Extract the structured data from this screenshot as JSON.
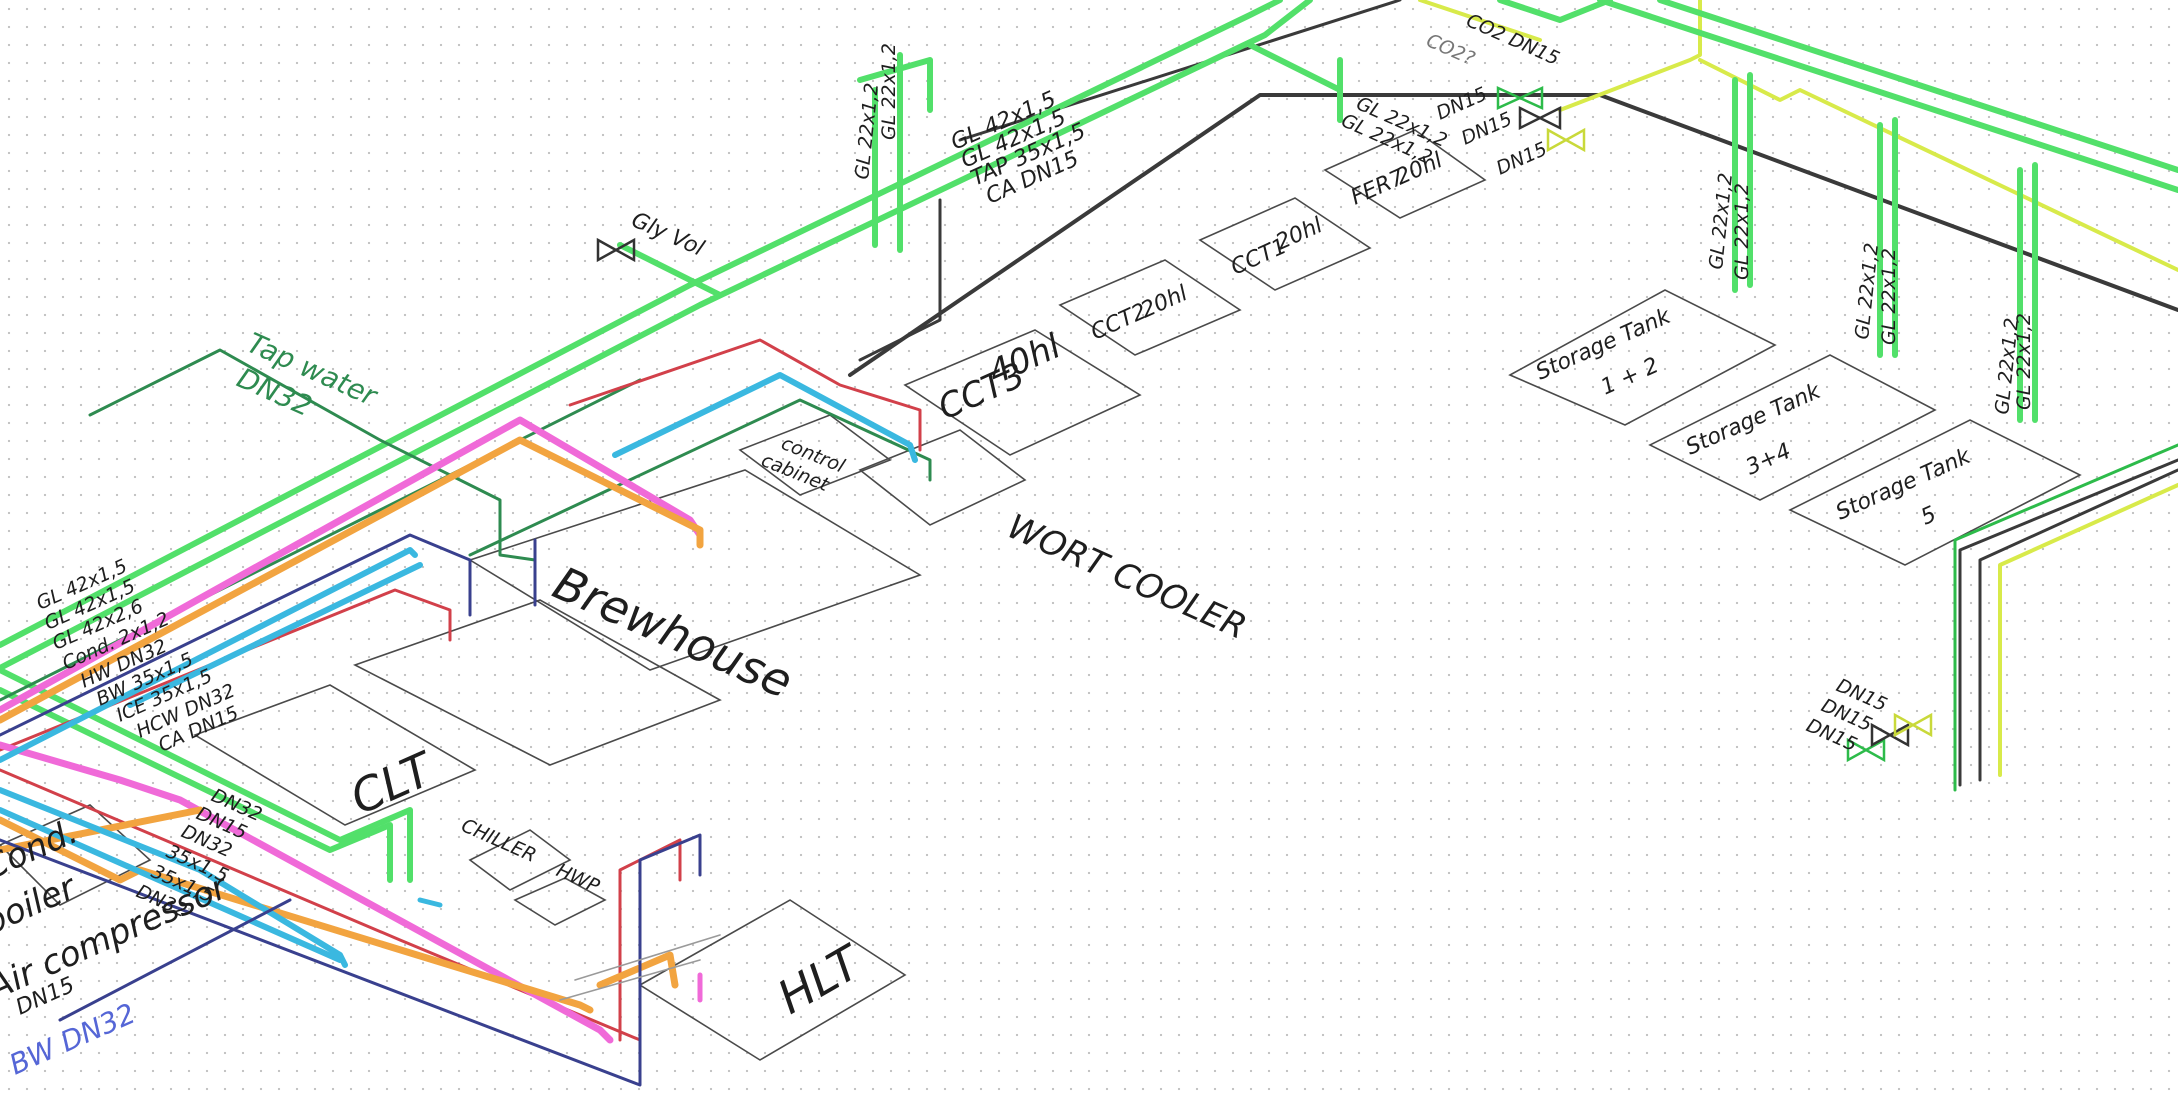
{
  "colors": {
    "glycol": "#52e06a",
    "glycol_dark": "#2dbb4a",
    "tap_water": "#2e8b50",
    "black": "#3a3a3a",
    "red": "#d2404a",
    "pink": "#f06ad8",
    "orange": "#f2a440",
    "cyan": "#3ab8e0",
    "navy": "#39408e",
    "yellow": "#d8ea4a",
    "bw_blue": "#5566d6"
  },
  "equipment": {
    "cct3": [
      "40hl",
      "CCT3"
    ],
    "cct2": [
      "20hl",
      "CCT2"
    ],
    "cct1": [
      "20hl",
      "CCT1"
    ],
    "fer": [
      "20hl",
      "FER7"
    ],
    "storage_1_2": [
      "Storage Tank",
      "1 + 2"
    ],
    "storage_3_4": [
      "Storage Tank",
      "3+4"
    ],
    "storage_5": [
      "Storage Tank",
      "5"
    ],
    "brewhouse": "Brewhouse",
    "wort_cooler": "WORT COOLER",
    "control_cabinet": [
      "control",
      "cabinet"
    ],
    "clt": "CLT",
    "hlt": "HLT",
    "chiller": "CHILLER",
    "hwp": "HWP",
    "cond_boiler": [
      "Cond.",
      "boiler"
    ],
    "air_compressor": [
      "Air compressor",
      "DN15"
    ]
  },
  "annotations": {
    "gly_vol": "Gly Vol",
    "tap_water": [
      "Tap water",
      "DN32"
    ],
    "bw_dn32": "BW DN32",
    "co2_dn15": "CO2 DN15",
    "co2_q": "CO2?",
    "cct_branch_1": "GL 22x1,2",
    "cct_branch_2": "GL 22x1,2",
    "main_run_right": [
      "GL 42x1,5",
      "GL 42x1,5",
      "TAP 35x1,5",
      "CA DN15"
    ],
    "fer_gl": [
      "GL 22x1,2",
      "GL 22x1,2"
    ],
    "valve_labels_top": [
      "DN15",
      "DN15",
      "DN15"
    ],
    "valve_labels_bottom": [
      "DN15",
      "DN15",
      "DN15"
    ],
    "storage_risers": [
      "GL 22x1,2",
      "GL 22x1,2",
      "GL 22x1,2",
      "GL 22x1,2",
      "GL 22x1,2",
      "GL 22x1,2"
    ],
    "left_bundle": [
      "GL 42x1,5",
      "GL 42x1,5",
      "GL 42x2,6",
      "Cond. 2x1,2",
      "HW DN32",
      "BW 35x1,5",
      "ICE 35x1,5",
      "HCW DN32",
      "CA DN15"
    ],
    "lower_bundle": [
      "DN32",
      "DN15",
      "DN32",
      "35x1,5",
      "35x1,5",
      "DN32"
    ]
  }
}
